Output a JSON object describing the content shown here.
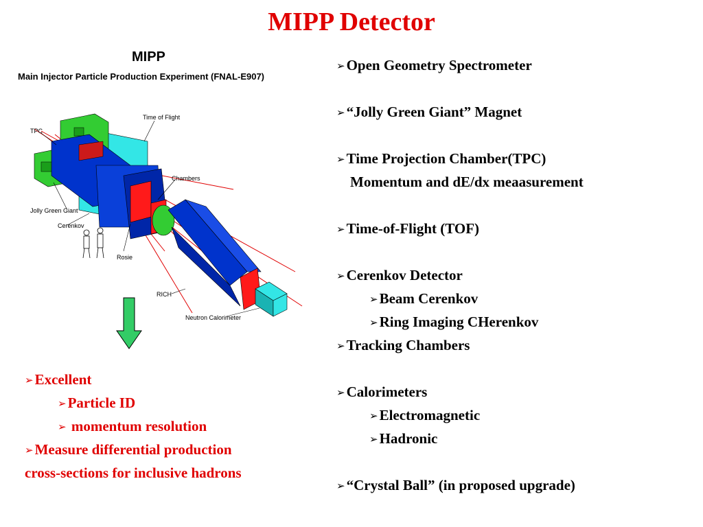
{
  "slide": {
    "title": "MIPP Detector"
  },
  "figure": {
    "title": "MIPP",
    "subtitle": "Main Injector Particle Production Experiment (FNAL-E907)",
    "labels": {
      "tof": "Time of Flight",
      "tpc": "TPC",
      "chambers": "Chambers",
      "jgg": "Jolly Green Giant",
      "cerenkov": "Cerenkov",
      "rosie": "Rosie",
      "rich": "RICH",
      "neutron": "Neutron Calorimeter"
    }
  },
  "right_list": [
    {
      "text": "Open Geometry Spectrometer",
      "level": 0,
      "bullet": true
    },
    {
      "text": "",
      "level": 0,
      "bullet": false
    },
    {
      "text": "“Jolly Green Giant” Magnet",
      "level": 0,
      "bullet": true
    },
    {
      "text": "",
      "level": 0,
      "bullet": false
    },
    {
      "text": "Time Projection Chamber(TPC)",
      "level": 0,
      "bullet": true
    },
    {
      "text": "Momentum and dE/dx meaasurement",
      "level": 0,
      "bullet": false
    },
    {
      "text": "",
      "level": 0,
      "bullet": false
    },
    {
      "text": "Time-of-Flight (TOF)",
      "level": 0,
      "bullet": true
    },
    {
      "text": "",
      "level": 0,
      "bullet": false
    },
    {
      "text": "Cerenkov Detector",
      "level": 0,
      "bullet": true
    },
    {
      "text": "Beam Cerenkov",
      "level": 1,
      "bullet": true
    },
    {
      "text": "Ring Imaging CHerenkov",
      "level": 1,
      "bullet": true
    },
    {
      "text": "Tracking Chambers",
      "level": 0,
      "bullet": true
    },
    {
      "text": "",
      "level": 0,
      "bullet": false
    },
    {
      "text": "Calorimeters",
      "level": 0,
      "bullet": true
    },
    {
      "text": "Electromagnetic",
      "level": 1,
      "bullet": true
    },
    {
      "text": "Hadronic",
      "level": 1,
      "bullet": true
    },
    {
      "text": "",
      "level": 0,
      "bullet": false
    },
    {
      "text": "“Crystal Ball” (in proposed upgrade)",
      "level": 0,
      "bullet": true
    }
  ],
  "left_list": [
    {
      "text": "Excellent",
      "level": 0,
      "bullet": true
    },
    {
      "text": "Particle ID",
      "level": 1,
      "bullet": true
    },
    {
      "text": " momentum resolution",
      "level": 1,
      "bullet": true
    },
    {
      "text": "Measure differential production",
      "level": 0,
      "bullet": true
    },
    {
      "text": "cross-sections for inclusive hadrons",
      "level": 0,
      "bullet": false
    }
  ],
  "colors": {
    "title": "#e00000",
    "magnet": "#33cc33",
    "detector": "#0033cc",
    "tof": "#33e6e6",
    "chambers": "#ff1a1a",
    "arrow": "#33cc66"
  },
  "icons": {
    "bullet": "arrowhead-bullet-icon",
    "arrow": "down-arrow-icon"
  }
}
